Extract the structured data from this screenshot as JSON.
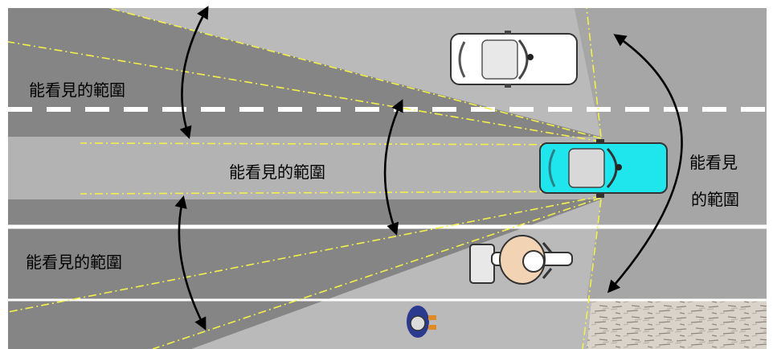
{
  "labels": {
    "left_top": "能看見的範圍",
    "center": "能看見的範圍",
    "left_bottom": "能看見的範圍",
    "right_line1": "能看見",
    "right_line2": "的範圍"
  },
  "colors": {
    "road": "#9b9b9b",
    "zone": "#b9b9b9",
    "blind": "#858585",
    "lane_line": "#ffffff",
    "sight_line": "#f5f04a",
    "own_car": "#1fe6ec",
    "other_car": "#ffffff",
    "arrow": "#000000"
  },
  "icons": {
    "own_car": "car-topview-icon",
    "other_car": "car-topview-icon",
    "motorcycle": "motorcycle-rider-icon",
    "pedestrian": "pedestrian-topview-icon"
  }
}
